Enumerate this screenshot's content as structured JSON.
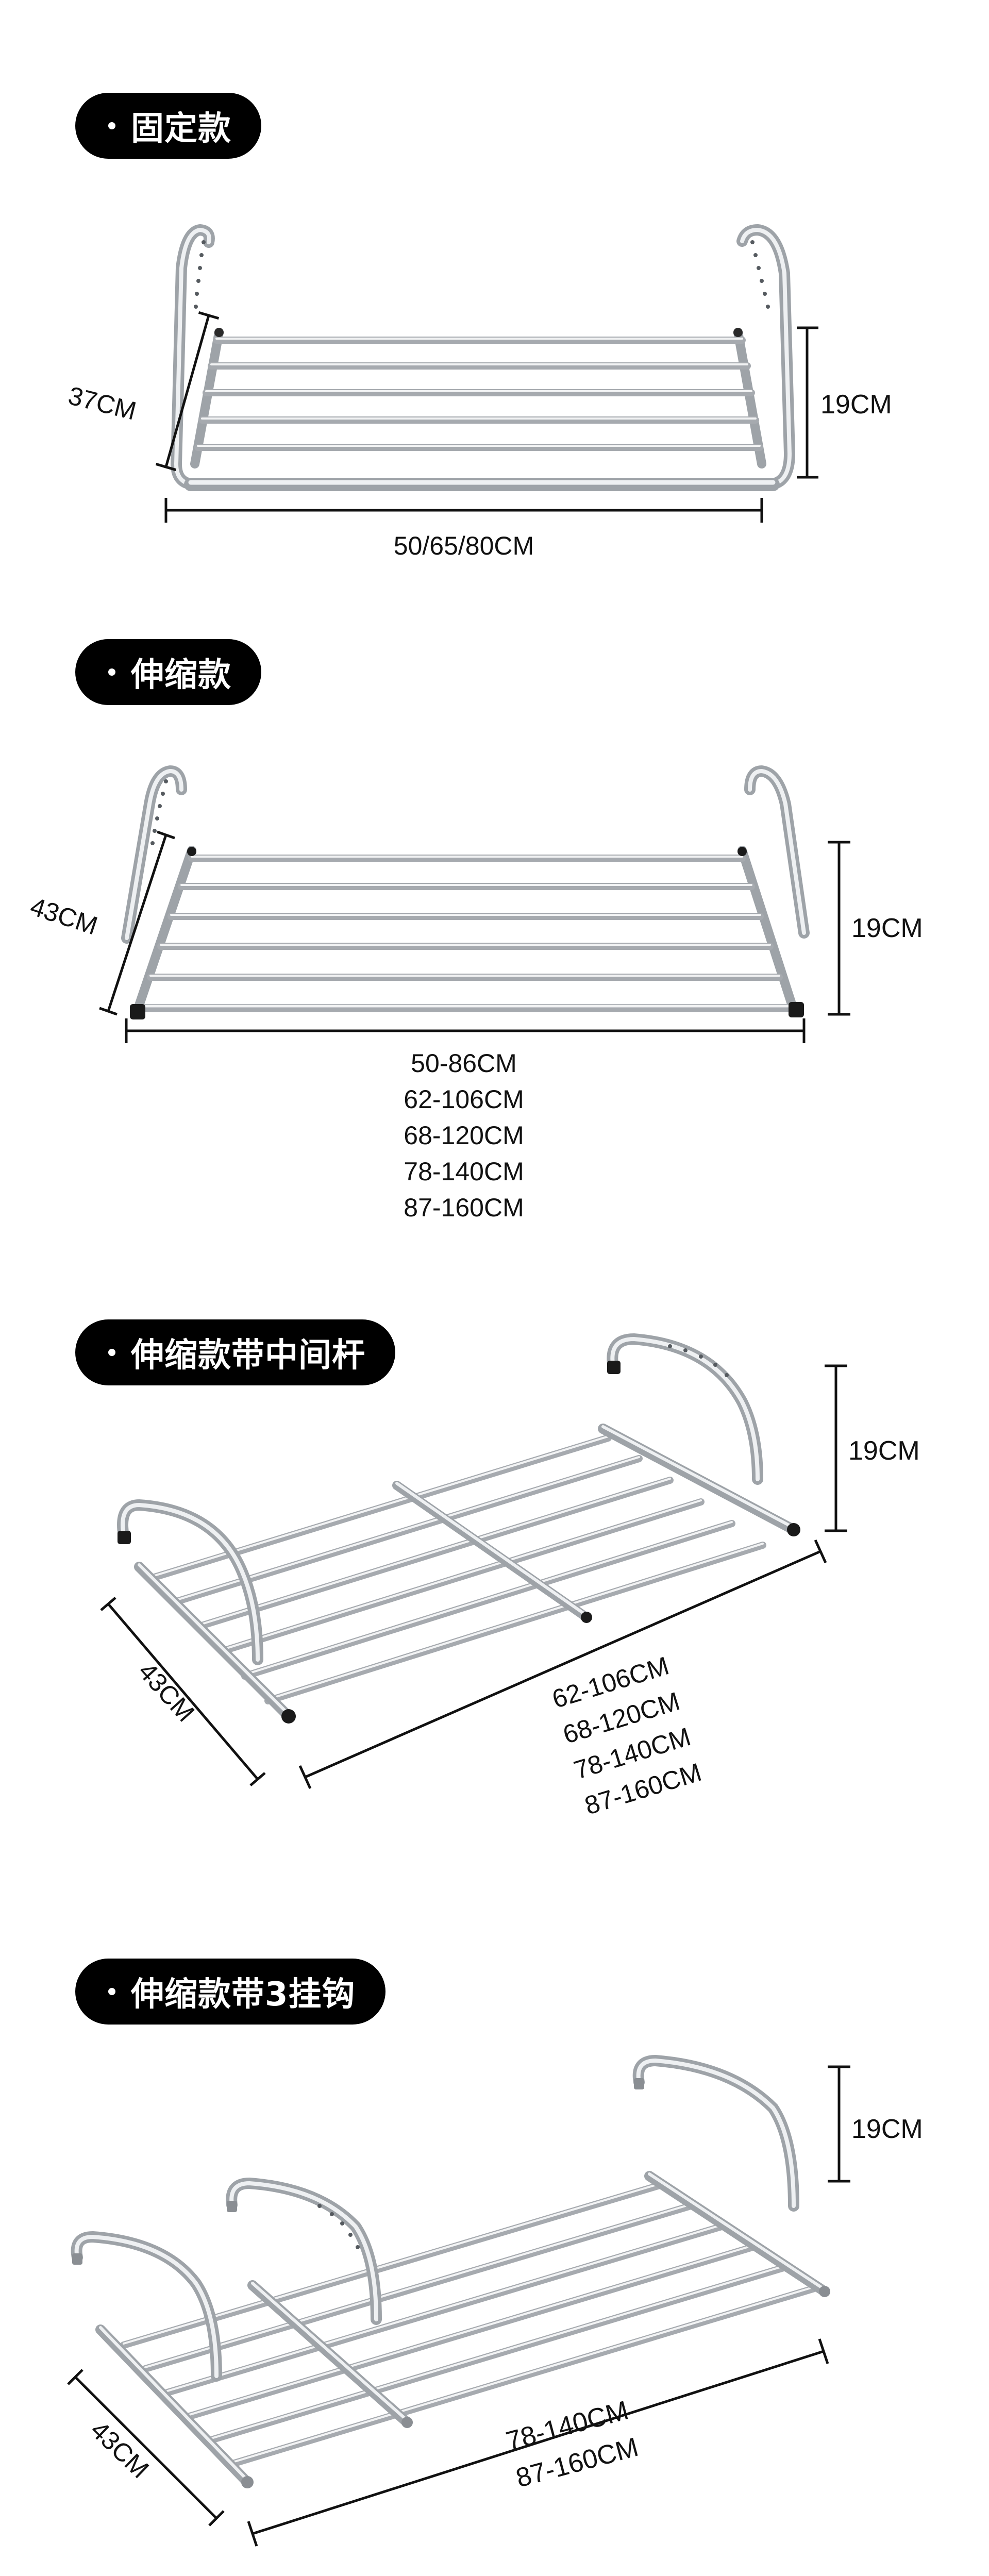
{
  "sections": [
    {
      "title": "固定款",
      "depth": "37CM",
      "height": "19CM",
      "widths": [
        "50/65/80CM"
      ]
    },
    {
      "title": "伸缩款",
      "depth": "43CM",
      "height": "19CM",
      "widths": [
        "50-86CM",
        "62-106CM",
        "68-120CM",
        "78-140CM",
        "87-160CM"
      ]
    },
    {
      "title": "伸缩款带中间杆",
      "depth": "43CM",
      "height": "19CM",
      "widths": [
        "62-106CM",
        "68-120CM",
        "78-140CM",
        "87-160CM"
      ]
    },
    {
      "title": "伸缩款带3挂钩",
      "depth": "43CM",
      "height": "19CM",
      "widths": [
        "78-140CM",
        "87-160CM"
      ]
    }
  ],
  "colors": {
    "pill_background": "#000000",
    "pill_text": "#ffffff",
    "steel_light": "#e6e8ea",
    "steel_dark": "#8e9297",
    "dimension_line": "#111111",
    "cap": "#1a1a1a"
  }
}
